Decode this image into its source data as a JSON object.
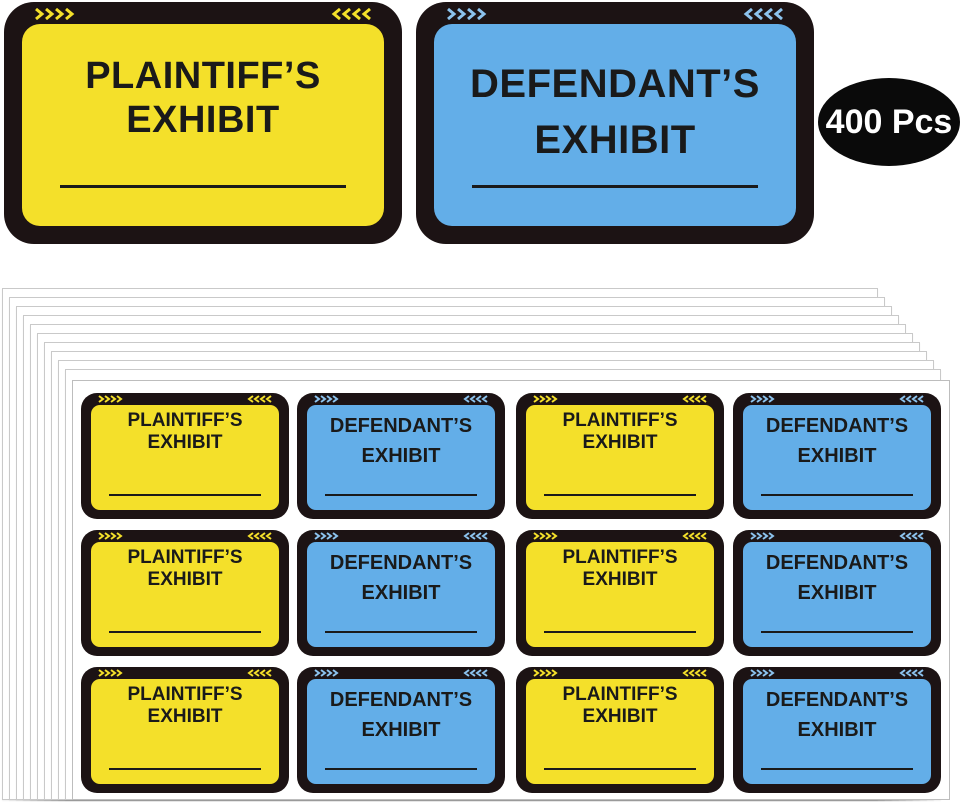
{
  "plaintiff_label": {
    "line1": "PLAINTIFF’S",
    "line2": "EXHIBIT",
    "color": "#f4e02a"
  },
  "defendant_label": {
    "line1": "DEFENDANT’S",
    "line2": "EXHIBIT",
    "color": "#63aee8"
  },
  "count_badge": "400 Pcs",
  "border_color": "#1c1314",
  "sheet": {
    "rows": 3,
    "columns": 4,
    "pattern": [
      "plaintiff",
      "defendant",
      "plaintiff",
      "defendant"
    ]
  }
}
